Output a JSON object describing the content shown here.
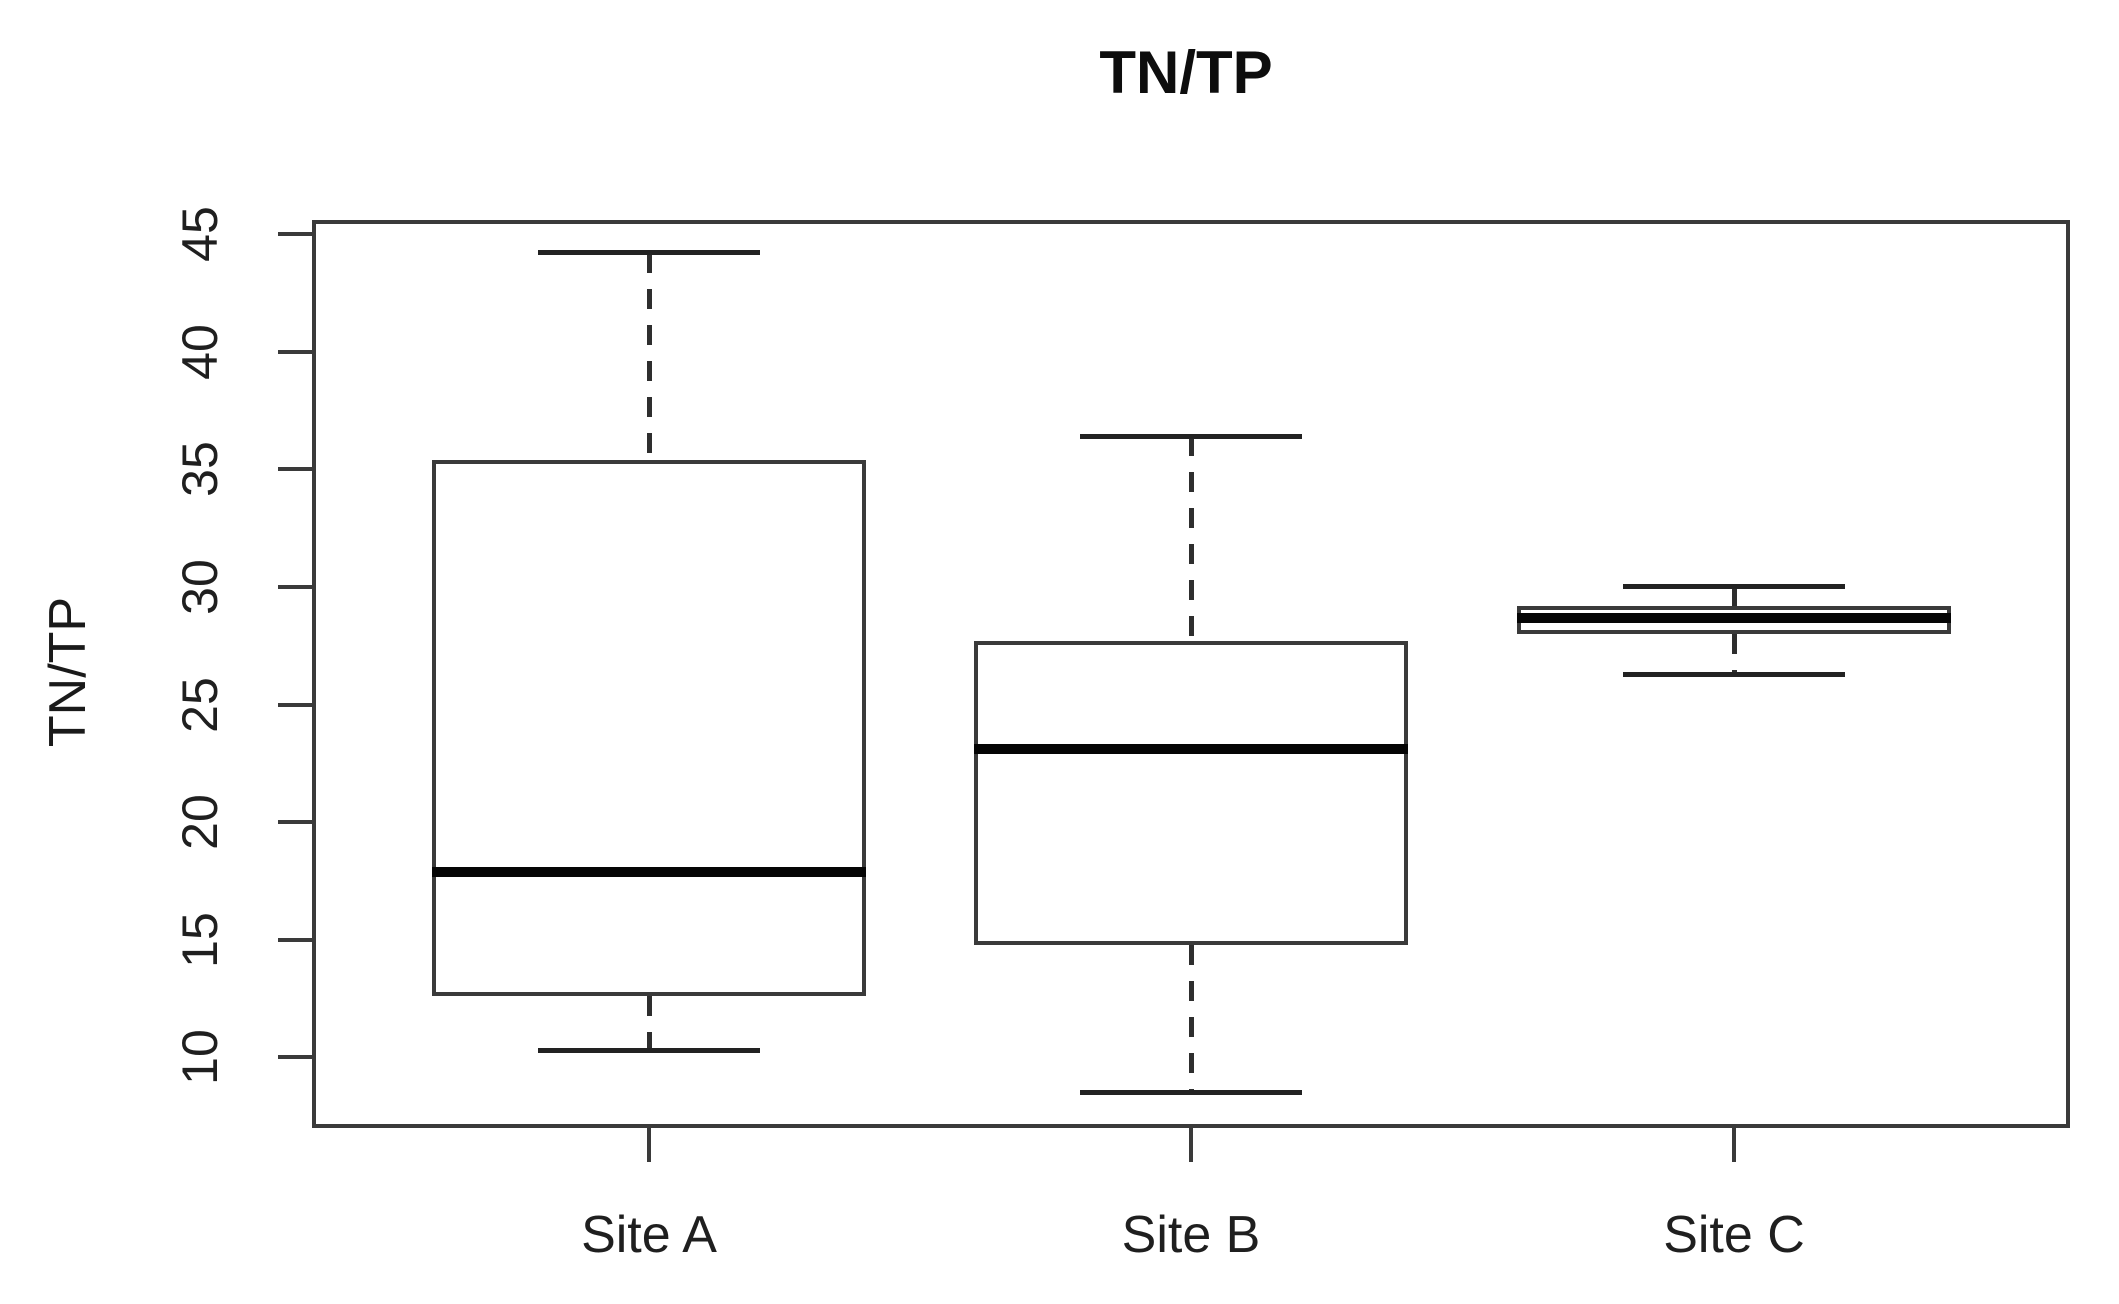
{
  "chart_data": {
    "type": "boxplot",
    "title": "TN/TP",
    "xlabel": "",
    "ylabel": "TN/TP",
    "categories": [
      "Site A",
      "Site B",
      "Site C"
    ],
    "series": [
      {
        "name": "Site A",
        "whisker_low": 10.3,
        "q1": 12.6,
        "median": 17.9,
        "q3": 35.4,
        "whisker_high": 44.2
      },
      {
        "name": "Site B",
        "whisker_low": 8.5,
        "q1": 14.8,
        "median": 23.1,
        "q3": 27.7,
        "whisker_high": 36.4
      },
      {
        "name": "Site C",
        "whisker_low": 26.3,
        "q1": 28.0,
        "median": 28.7,
        "q3": 29.2,
        "whisker_high": 30.0
      }
    ],
    "y_ticks": [
      10,
      15,
      20,
      25,
      30,
      35,
      40,
      45
    ],
    "ylim": [
      7.0,
      45.6
    ],
    "grid": false,
    "legend": false,
    "outliers": [],
    "colors": {
      "line": "#3a3a3a",
      "median": "#050505",
      "text": "#1a1a1a",
      "background": "#ffffff"
    }
  }
}
